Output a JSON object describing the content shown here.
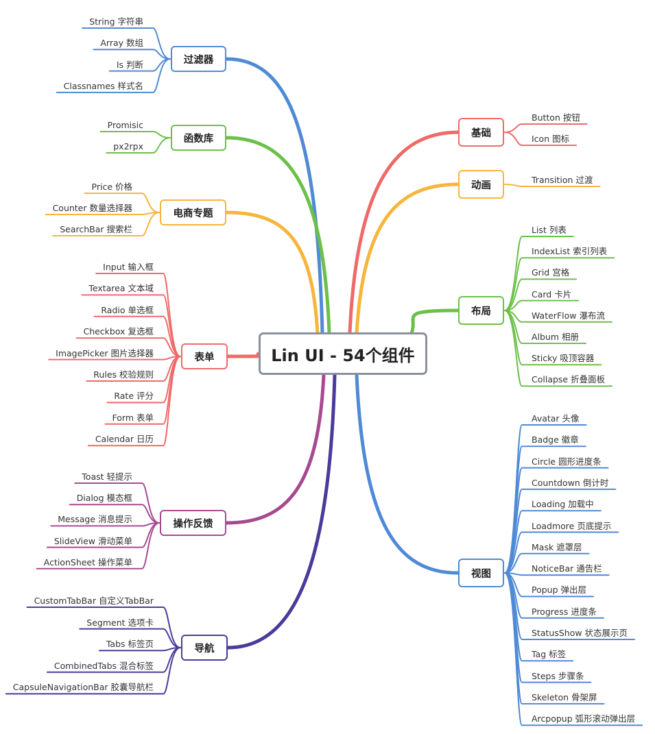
{
  "root": {
    "label": "Lin UI - 54个组件",
    "color": "#8a919c"
  },
  "branches": [
    {
      "id": "filter",
      "label": "过滤器",
      "color": "#4f8ad6",
      "side": "left",
      "items": [
        "String 字符串",
        "Array 数组",
        "Is 判断",
        "Classnames 样式名"
      ]
    },
    {
      "id": "funclib",
      "label": "函数库",
      "color": "#6cc04a",
      "side": "left",
      "items": [
        "Promisic",
        "px2rpx"
      ]
    },
    {
      "id": "ecommerce",
      "label": "电商专题",
      "color": "#f6b53c",
      "side": "left",
      "items": [
        "Price 价格",
        "Counter 数量选择器",
        "SearchBar 搜索栏"
      ]
    },
    {
      "id": "form",
      "label": "表单",
      "color": "#f06969",
      "side": "left",
      "items": [
        "Input 输入框",
        "Textarea 文本域",
        "Radio 单选框",
        "Checkbox 复选框",
        "ImagePicker 图片选择器",
        "Rules 校验规则",
        "Rate 评分",
        "Form 表单",
        "Calendar 日历"
      ]
    },
    {
      "id": "feedback",
      "label": "操作反馈",
      "color": "#a64a90",
      "side": "left",
      "items": [
        "Toast 轻提示",
        "Dialog 模态框",
        "Message 消息提示",
        "SlideView 滑动菜单",
        "ActionSheet 操作菜单"
      ]
    },
    {
      "id": "nav",
      "label": "导航",
      "color": "#4b3a9a",
      "side": "left",
      "items": [
        "CustomTabBar 自定义TabBar",
        "Segment 选项卡",
        "Tabs 标签页",
        "CombinedTabs 混合标签",
        "CapsuleNavigationBar 胶囊导航栏"
      ]
    },
    {
      "id": "basic",
      "label": "基础",
      "color": "#f06969",
      "side": "right",
      "items": [
        "Button 按钮",
        "Icon 图标"
      ]
    },
    {
      "id": "anim",
      "label": "动画",
      "color": "#f6b53c",
      "side": "right",
      "items": [
        "Transition 过渡"
      ]
    },
    {
      "id": "layout",
      "label": "布局",
      "color": "#6cc04a",
      "side": "right",
      "items": [
        "List 列表",
        "IndexList 索引列表",
        "Grid 宫格",
        "Card 卡片",
        "WaterFlow 瀑布流",
        "Album 相册",
        "Sticky 吸顶容器",
        "Collapse 折叠面板"
      ]
    },
    {
      "id": "view",
      "label": "视图",
      "color": "#4f8ad6",
      "side": "right",
      "items": [
        "Avatar 头像",
        "Badge 徽章",
        "Circle 圆形进度条",
        "Countdown 倒计时",
        "Loading 加载中",
        "Loadmore 页底提示",
        "Mask 遮罩层",
        "NoticeBar 通告栏",
        "Popup 弹出层",
        "Progress 进度条",
        "StatusShow 状态展示页",
        "Tag 标签",
        "Steps 步骤条",
        "Skeleton 骨架屏",
        "Arcpopup 弧形滚动弹出层"
      ]
    }
  ]
}
